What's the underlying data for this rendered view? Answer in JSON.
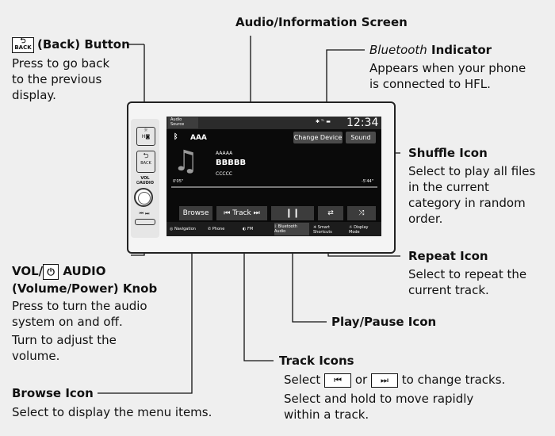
{
  "labels": {
    "audio_screen": "Audio/Information Screen",
    "back_title": "(Back) Button",
    "back_key": "BACK",
    "back_desc": [
      "Press to go back",
      "to the previous",
      "display."
    ],
    "bt_title_italic": "Bluetooth",
    "bt_title_rest": " Indicator",
    "bt_desc": [
      "Appears when your phone",
      "is connected to HFL."
    ],
    "shuffle_title": "Shuffle Icon",
    "shuffle_desc": [
      "Select to play all files",
      "in the current",
      "category in random",
      "order."
    ],
    "vol_title_a": "VOL/",
    "vol_title_b": " AUDIO",
    "vol_title_c": "(Volume/Power) Knob",
    "vol_desc": [
      "Press to turn the audio",
      "system on and off."
    ],
    "vol_desc2": [
      "Turn to adjust the",
      "volume."
    ],
    "repeat_title": "Repeat Icon",
    "repeat_desc": [
      "Select to repeat the",
      "current track."
    ],
    "play_title": "Play/Pause Icon",
    "track_title": "Track Icons",
    "track_desc_a": "Select",
    "track_desc_or": "or",
    "track_desc_b": "to change tracks.",
    "track_desc2": [
      "Select and hold to move rapidly",
      "within a track."
    ],
    "browse_title": "Browse Icon",
    "browse_desc": "Select to display the menu items."
  },
  "screen": {
    "source_tab": [
      "Audio",
      "Source"
    ],
    "clock": "12:34",
    "track_label": "AAA",
    "change_device": "Change Device",
    "sound": "Sound",
    "title": "AAAAA",
    "artist": "BBBBB",
    "album": "CCCCC",
    "elapsed": "0'05\"",
    "remaining": "-5'44\"",
    "browse": "Browse",
    "track": "Track",
    "nav": [
      "Navigation",
      "Phone",
      "FM",
      "Bluetooth Audio",
      "Smart Shortcuts",
      "Display Mode"
    ]
  },
  "device": {
    "back_small": "BACK",
    "vol_small": "VOL",
    "audio_small": "AUDIO"
  }
}
